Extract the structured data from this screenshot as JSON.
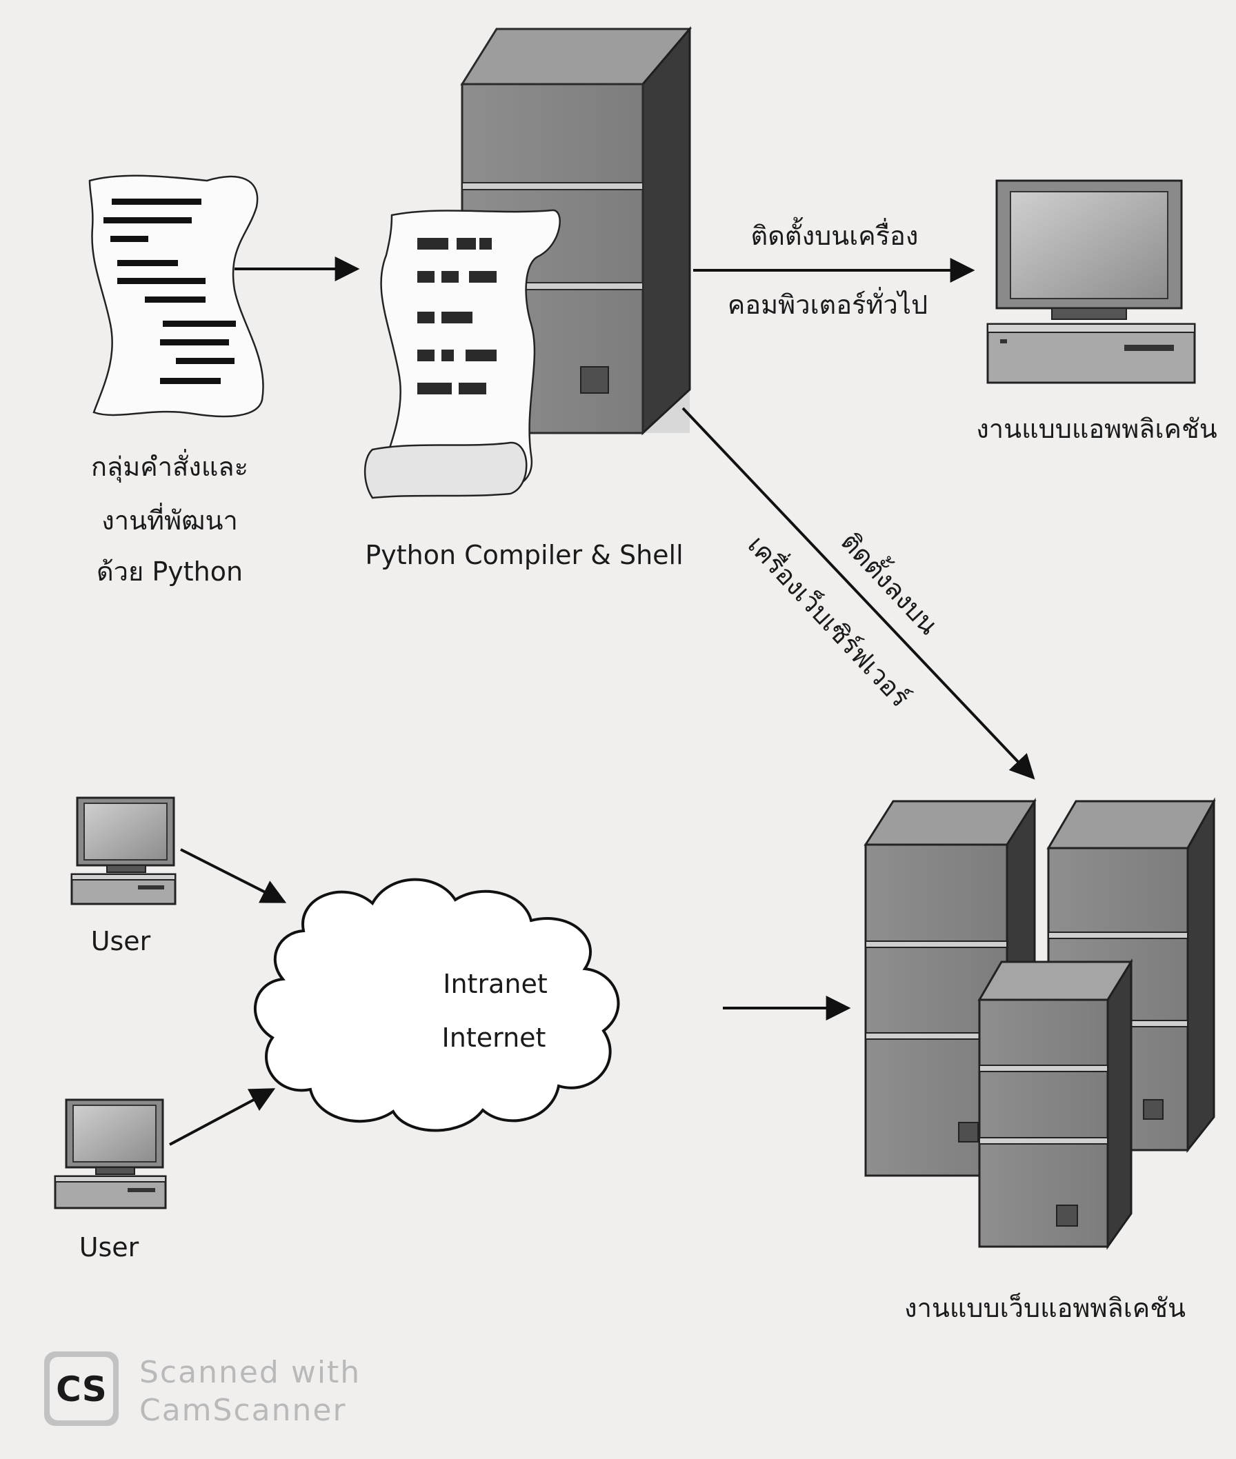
{
  "source_label": [
    "กลุ่มคำสั่งและ",
    "งานที่พัฒนา",
    "ด้วย Python"
  ],
  "compiler_label": "Python Compiler & Shell",
  "desktop_arrow_label": [
    "ติดตั้งบนเครื่อง",
    "คอมพิวเตอร์ทั่วไป"
  ],
  "desktop_label": "งานแบบแอพพลิเคชัน",
  "server_arrow_label": [
    "ติดตั้งลงบน",
    "เครื่องเว็บเซิร์ฟเวอร์"
  ],
  "web_label": "งานแบบเว็บแอพพลิเคชัน",
  "users": [
    "User",
    "User"
  ],
  "network": [
    "Intranet",
    "Internet"
  ],
  "watermark": {
    "badge": "CS",
    "line1": "Scanned with",
    "line2": "CamScanner"
  }
}
